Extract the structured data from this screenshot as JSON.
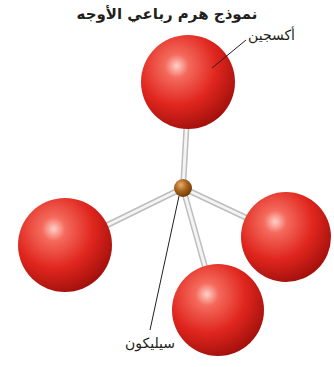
{
  "diagram": {
    "title": "نموذج هرم رباعي الأوجه",
    "labels": [
      "أكسجين",
      "سيليكون"
    ]
  }
}
